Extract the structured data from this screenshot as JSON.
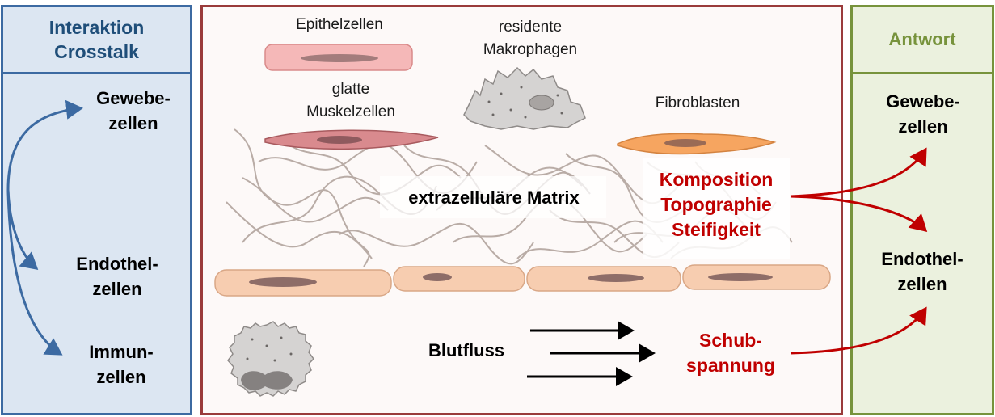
{
  "left_panel": {
    "title_line1": "Interaktion",
    "title_line2": "Crosstalk",
    "items": [
      {
        "line1": "Gewebe-",
        "line2": "zellen"
      },
      {
        "line1": "Endothel-",
        "line2": "zellen"
      },
      {
        "line1": "Immun-",
        "line2": "zellen"
      }
    ]
  },
  "center_panel": {
    "cells": {
      "epithelial": "Epithelzellen",
      "macrophage_line1": "residente",
      "macrophage_line2": "Makrophagen",
      "smooth_muscle_line1": "glatte",
      "smooth_muscle_line2": "Muskelzellen",
      "fibroblasts": "Fibroblasten"
    },
    "matrix_label": "extrazelluläre Matrix",
    "matrix_properties": [
      "Komposition",
      "Topographie",
      "Steifigkeit"
    ],
    "bloodflow_label": "Blutfluss",
    "shear_line1": "Schub-",
    "shear_line2": "spannung"
  },
  "right_panel": {
    "title": "Antwort",
    "items": [
      {
        "line1": "Gewebe-",
        "line2": "zellen"
      },
      {
        "line1": "Endothel-",
        "line2": "zellen"
      }
    ]
  },
  "colors": {
    "left_border": "#3c6aa2",
    "center_border": "#9a3b3b",
    "right_border": "#77933c",
    "emphasis_red": "#c00000"
  }
}
